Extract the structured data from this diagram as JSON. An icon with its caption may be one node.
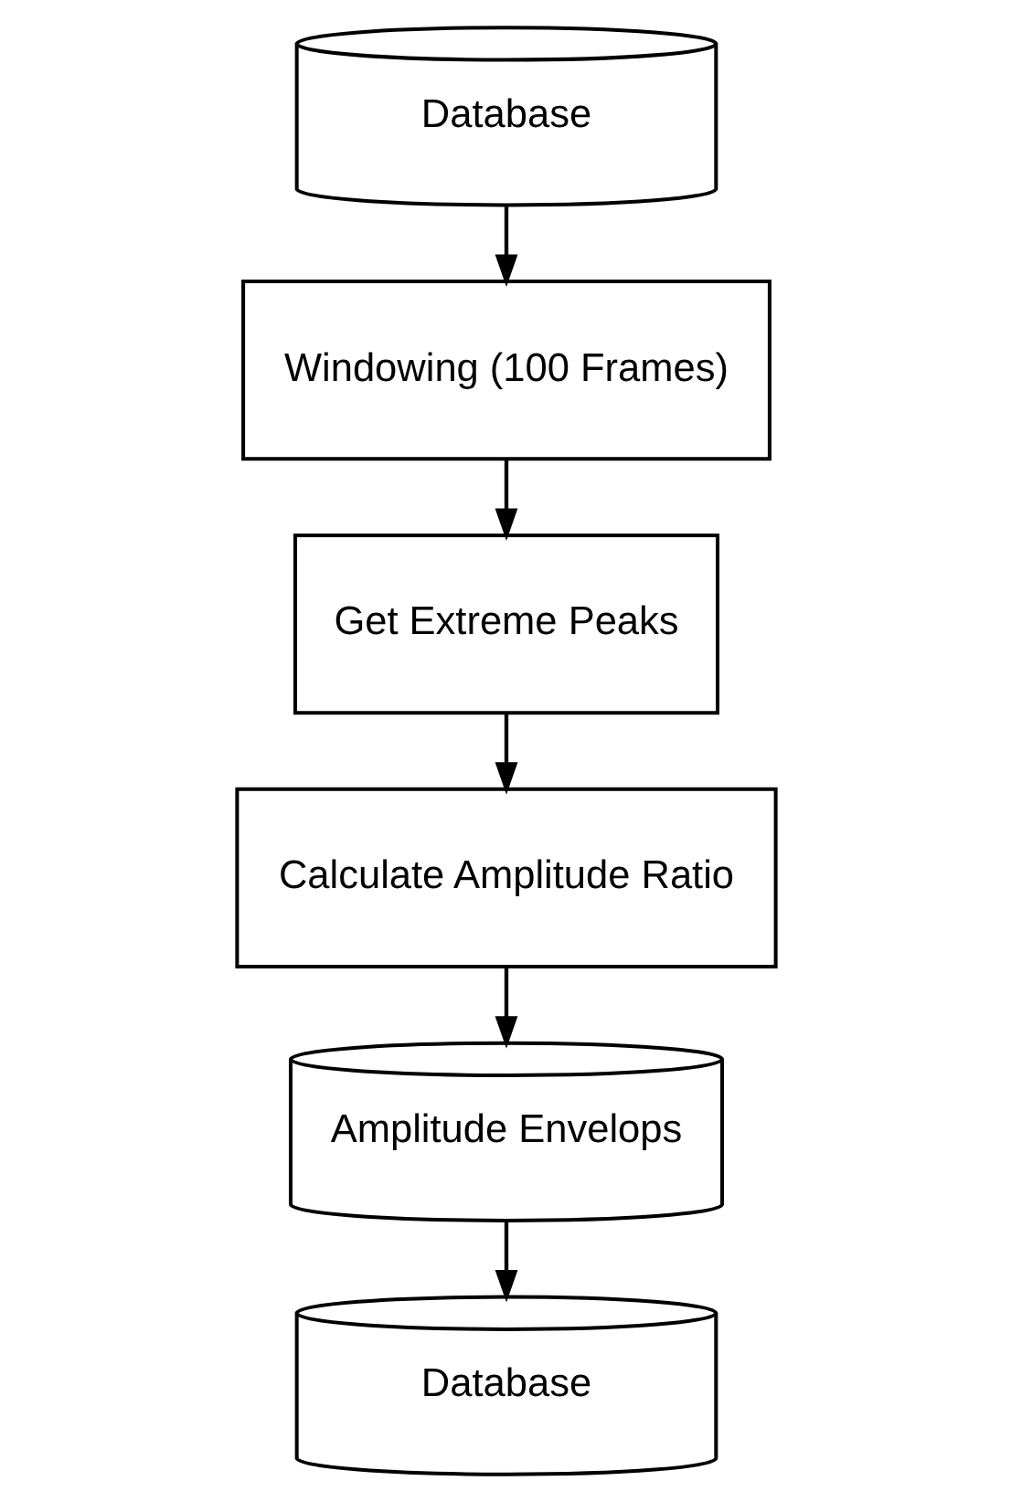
{
  "diagram": {
    "nodes": [
      {
        "text": [
          "Database"
        ]
      },
      {
        "text": [
          "Windowing (100 Frames)"
        ]
      },
      {
        "text": [
          "Get Extreme Peaks"
        ]
      },
      {
        "text": [
          "Calculate Amplitude Ratio"
        ]
      },
      {
        "text": [
          "Amplitude Envelops"
        ]
      },
      {
        "text": [
          "Database"
        ]
      }
    ],
    "edges": [
      {
        "from": 0,
        "to": 1,
        "arrow": "to"
      },
      {
        "from": 1,
        "to": 2,
        "arrow": "to"
      },
      {
        "from": 2,
        "to": 3,
        "arrow": "to"
      },
      {
        "from": 3,
        "to": 4,
        "arrow": "to"
      },
      {
        "from": 4,
        "to": 5,
        "arrow": "to"
      }
    ]
  }
}
